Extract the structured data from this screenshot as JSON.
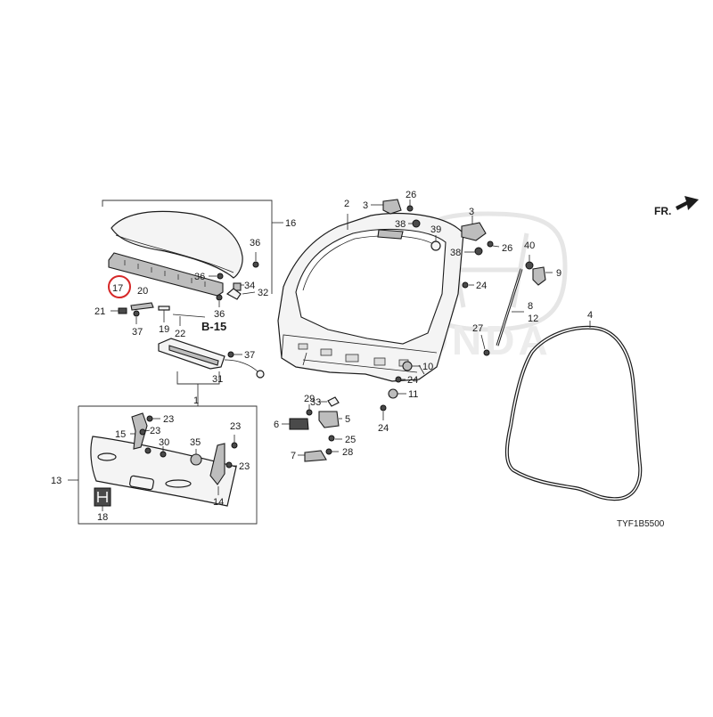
{
  "diagram_code": "TYF1B5500",
  "direction_label": "FR.",
  "callout_ref": "B-15",
  "highlight_color": "#d62828",
  "watermark": "HONDA",
  "parts": {
    "p1": "1",
    "p2": "2",
    "p3a": "3",
    "p3b": "3",
    "p4": "4",
    "p5": "5",
    "p6": "6",
    "p7": "7",
    "p8": "8",
    "p9": "9",
    "p10": "10",
    "p11": "11",
    "p12": "12",
    "p13": "13",
    "p14": "14",
    "p15": "15",
    "p16": "16",
    "p17": "17",
    "p18": "18",
    "p19": "19",
    "p20": "20",
    "p21": "21",
    "p22": "22",
    "p23a": "23",
    "p23b": "23",
    "p23c": "23",
    "p23d": "23",
    "p24a": "24",
    "p24b": "24",
    "p24c": "24",
    "p25": "25",
    "p26a": "26",
    "p26b": "26",
    "p27": "27",
    "p28": "28",
    "p29": "29",
    "p30": "30",
    "p31": "31",
    "p32": "32",
    "p33": "33",
    "p34": "34",
    "p35": "35",
    "p36a": "36",
    "p36b": "36",
    "p36c": "36",
    "p37a": "37",
    "p37b": "37",
    "p38a": "38",
    "p38b": "38",
    "p39": "39",
    "p40": "40"
  }
}
